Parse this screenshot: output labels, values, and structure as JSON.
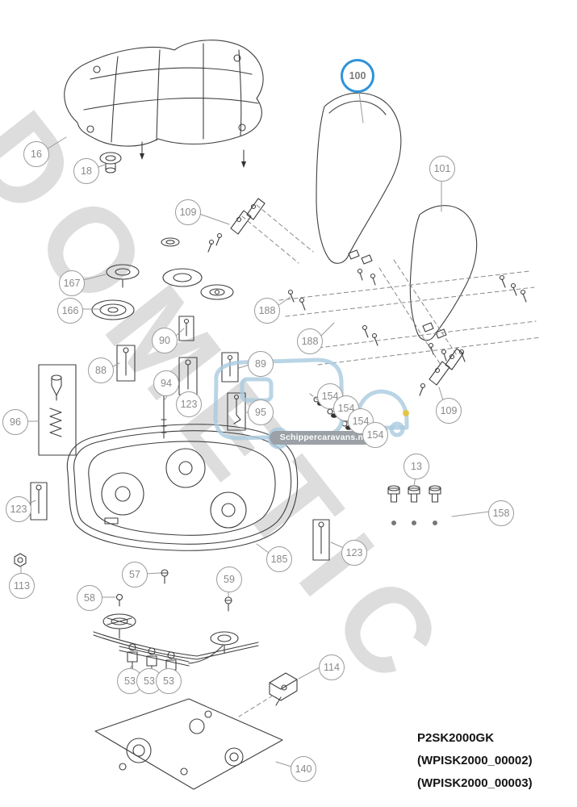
{
  "watermark": "DOMETIC",
  "logo": {
    "text": "Schippercaravans.nl"
  },
  "product": {
    "code": "P2SK2000GK",
    "sub_code_1": "(WPISK2000_00002)",
    "sub_code_2": "(WPISK2000_00003)"
  },
  "colors": {
    "highlight": "#2e93d8",
    "callout_ring": "#9b9b9b",
    "callout_text": "#8a8a8a",
    "line_art": "#3f3f3f",
    "watermark": "#bdbdbd",
    "logo_blue": "#a9cade",
    "banner_gray": "#9ba1a7"
  },
  "callouts": [
    {
      "label": "16",
      "highlighted": false
    },
    {
      "label": "18",
      "highlighted": false
    },
    {
      "label": "109",
      "highlighted": false
    },
    {
      "label": "167",
      "highlighted": false
    },
    {
      "label": "166",
      "highlighted": false
    },
    {
      "label": "188",
      "highlighted": false
    },
    {
      "label": "90",
      "highlighted": false
    },
    {
      "label": "188",
      "highlighted": false
    },
    {
      "label": "88",
      "highlighted": false
    },
    {
      "label": "89",
      "highlighted": false
    },
    {
      "label": "94",
      "highlighted": false
    },
    {
      "label": "123",
      "highlighted": false
    },
    {
      "label": "95",
      "highlighted": false
    },
    {
      "label": "96",
      "highlighted": false
    },
    {
      "label": "154",
      "highlighted": false
    },
    {
      "label": "154",
      "highlighted": false
    },
    {
      "label": "154",
      "highlighted": false
    },
    {
      "label": "154",
      "highlighted": false
    },
    {
      "label": "109",
      "highlighted": false
    },
    {
      "label": "101",
      "highlighted": false
    },
    {
      "label": "100",
      "highlighted": true
    },
    {
      "label": "13",
      "highlighted": false
    },
    {
      "label": "158",
      "highlighted": false
    },
    {
      "label": "123",
      "highlighted": false
    },
    {
      "label": "123",
      "highlighted": false
    },
    {
      "label": "185",
      "highlighted": false
    },
    {
      "label": "113",
      "highlighted": false
    },
    {
      "label": "57",
      "highlighted": false
    },
    {
      "label": "58",
      "highlighted": false
    },
    {
      "label": "59",
      "highlighted": false
    },
    {
      "label": "53",
      "highlighted": false
    },
    {
      "label": "53",
      "highlighted": false
    },
    {
      "label": "53",
      "highlighted": false
    },
    {
      "label": "114",
      "highlighted": false
    },
    {
      "label": "140",
      "highlighted": false
    }
  ]
}
